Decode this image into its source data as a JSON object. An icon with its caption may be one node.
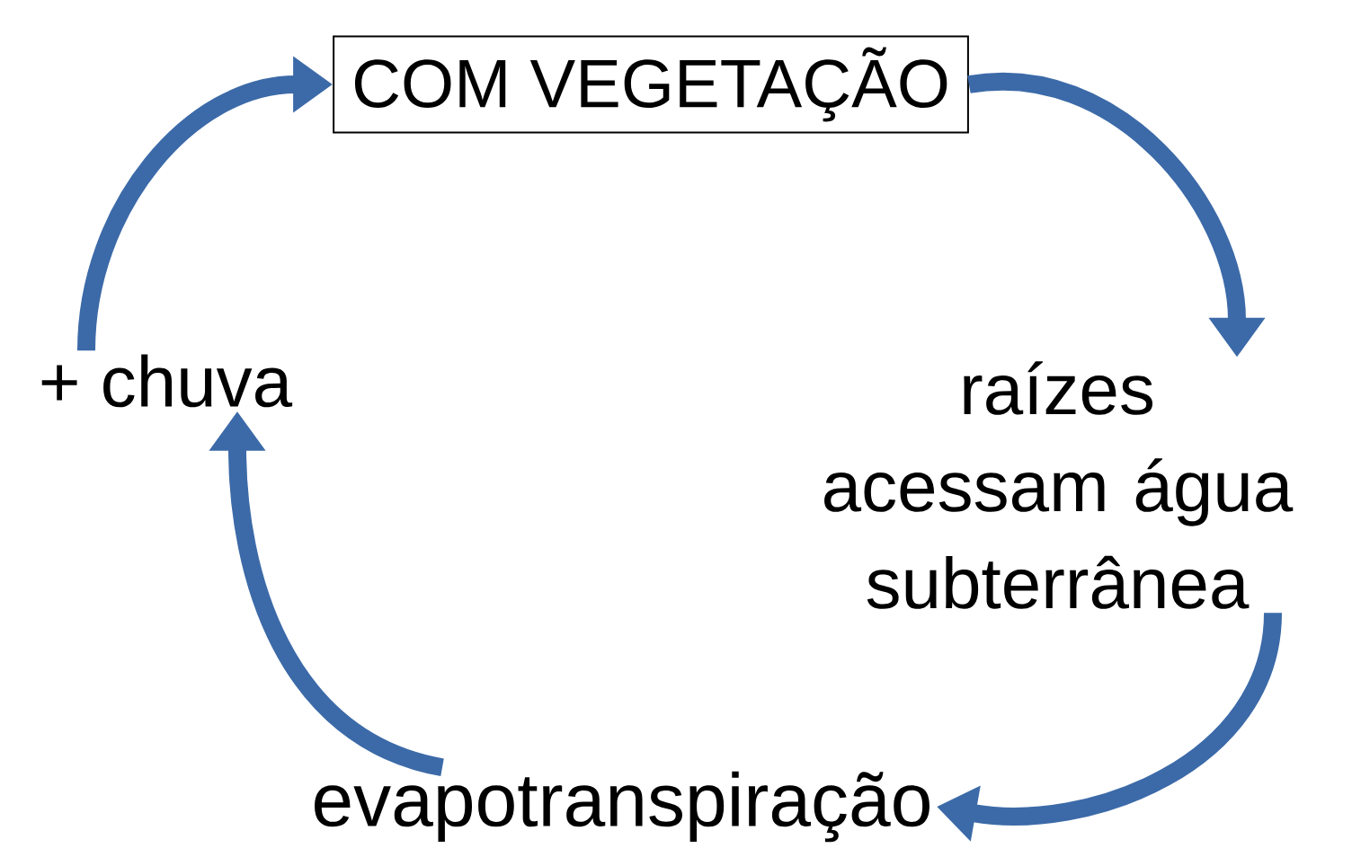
{
  "diagram": {
    "nodes": [
      {
        "text": [
          "COM VEGETAÇÃO"
        ]
      },
      {
        "text": [
          "raízes acessam água subterrânea"
        ]
      },
      {
        "text": [
          "evapotranspiração"
        ]
      },
      {
        "text": [
          "+ chuva"
        ]
      }
    ],
    "edges": [
      {
        "from": 0,
        "to": 1,
        "arrow": "to"
      },
      {
        "from": 1,
        "to": 2,
        "arrow": "to"
      },
      {
        "from": 2,
        "to": 3,
        "arrow": "to"
      },
      {
        "from": 3,
        "to": 0,
        "arrow": "to"
      }
    ]
  }
}
